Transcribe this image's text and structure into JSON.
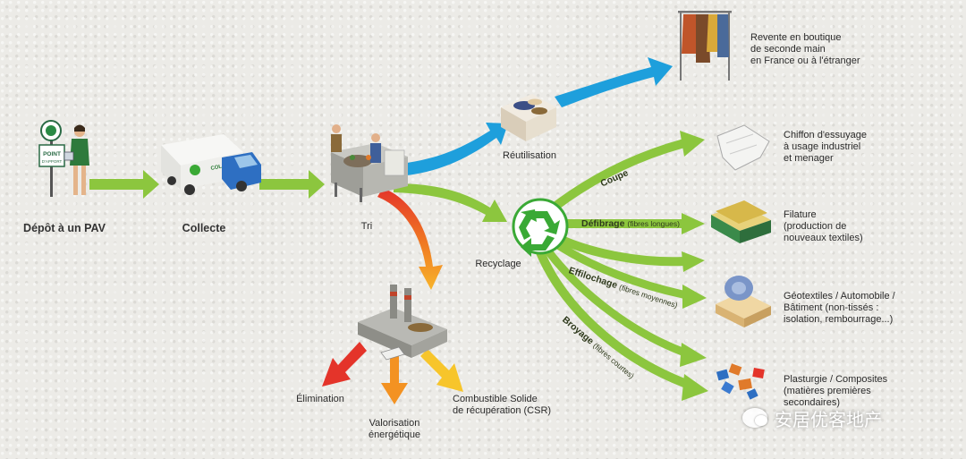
{
  "colors": {
    "green_arrow": "#8cc63e",
    "blue_arrow": "#1e9fdc",
    "red_arrow": "#e4342a",
    "orange_arrow": "#f39222",
    "yellow_arrow": "#f7c52b",
    "recycle_green": "#3aa935"
  },
  "stages": {
    "depot": "Dépôt à un PAV",
    "collecte": "Collecte",
    "tri": "Tri",
    "reutilisation": "Réutilisation",
    "recyclage": "Recyclage"
  },
  "pav_sign": {
    "line1": "POINT",
    "line2": "D'APPORT"
  },
  "truck_label": "COLLECTE",
  "outcomes": {
    "revente": [
      "Revente en boutique",
      "de seconde main",
      "en France ou à l'étranger"
    ],
    "chiffon": [
      "Chiffon d'essuyage",
      "à usage industriel",
      "et menager"
    ],
    "filature": [
      "Filature",
      "(production de",
      "nouveaux textiles)"
    ],
    "geotextiles": [
      "Géotextiles / Automobile /",
      "Bâtiment (non-tissés :",
      "isolation, rembourrage...)"
    ],
    "plasturgie": [
      "Plasturgie / Composites",
      "(matières premières",
      "secondaires)"
    ]
  },
  "processes": {
    "coupe": {
      "name": "Coupe",
      "detail": ""
    },
    "defibrage": {
      "name": "Défibrage",
      "detail": "(fibres longues)"
    },
    "effilochage": {
      "name": "Effilochage",
      "detail": "(fibres moyennes)"
    },
    "broyage": {
      "name": "Broyage",
      "detail": "(fibres courtes)"
    }
  },
  "energy": {
    "elimination": "Élimination",
    "valorisation": [
      "Valorisation",
      "énergétique"
    ],
    "csr": [
      "Combustible Solide",
      "de récupération (CSR)"
    ]
  },
  "watermark": "安居优客地产"
}
